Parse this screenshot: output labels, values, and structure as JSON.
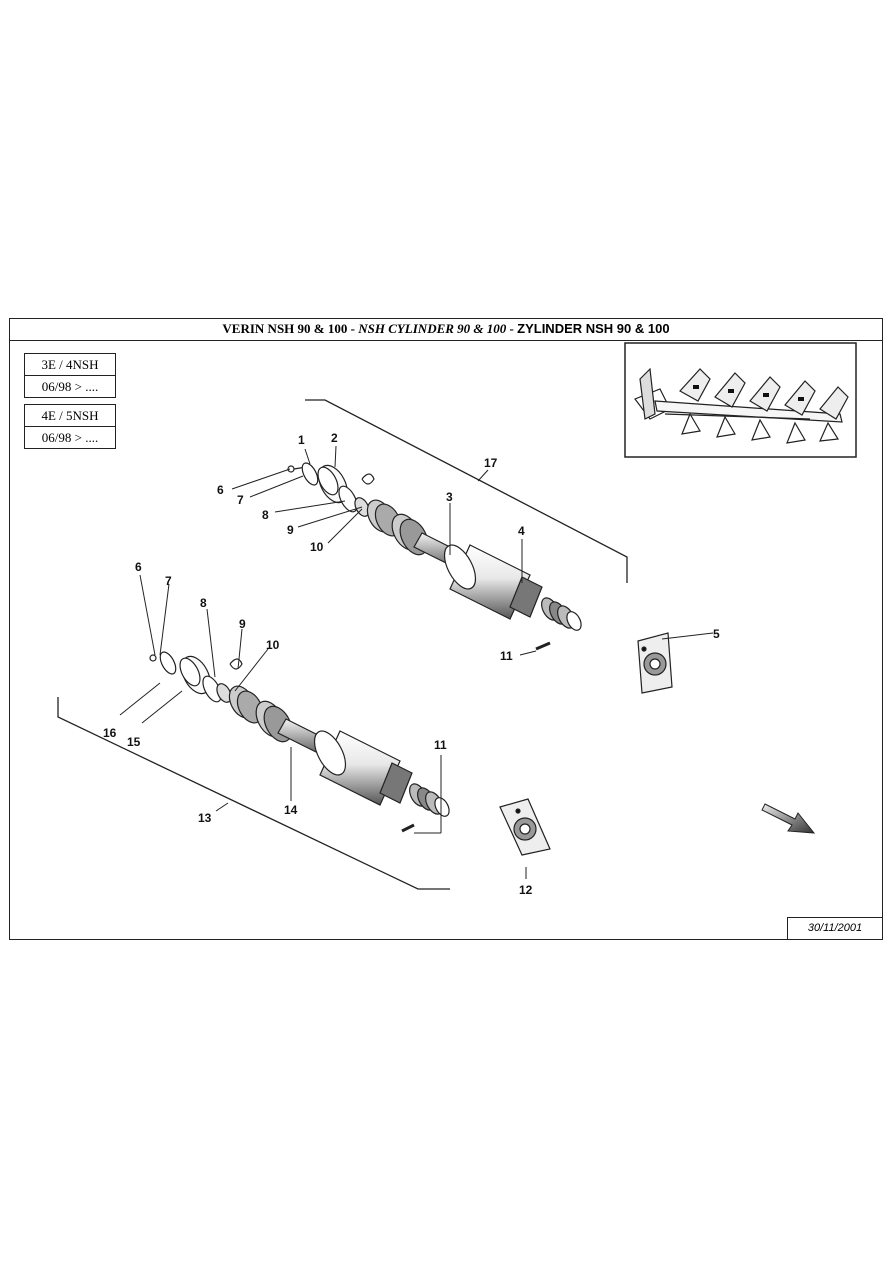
{
  "title": {
    "fr": "VERIN NSH 90 & 100",
    "sep1": " - ",
    "en": "NSH CYLINDER  90 & 100",
    "sep2": " - ",
    "de": "ZYLINDER NSH 90 & 100"
  },
  "models": [
    {
      "model": "3E / 4NSH",
      "serial": "06/98 > ...."
    },
    {
      "model": "4E / 5NSH",
      "serial": "06/98 > ...."
    }
  ],
  "callouts": {
    "upper": [
      "1",
      "2",
      "6",
      "7",
      "8",
      "9",
      "10",
      "3",
      "4",
      "17",
      "11"
    ],
    "lower": [
      "6",
      "7",
      "8",
      "9",
      "10",
      "16",
      "15",
      "13",
      "14",
      "11"
    ],
    "plate_upper": "5",
    "plate_lower": "12"
  },
  "date": "30/11/2001",
  "icons": [
    "plough-thumbnail-icon",
    "direction-arrow-icon"
  ]
}
